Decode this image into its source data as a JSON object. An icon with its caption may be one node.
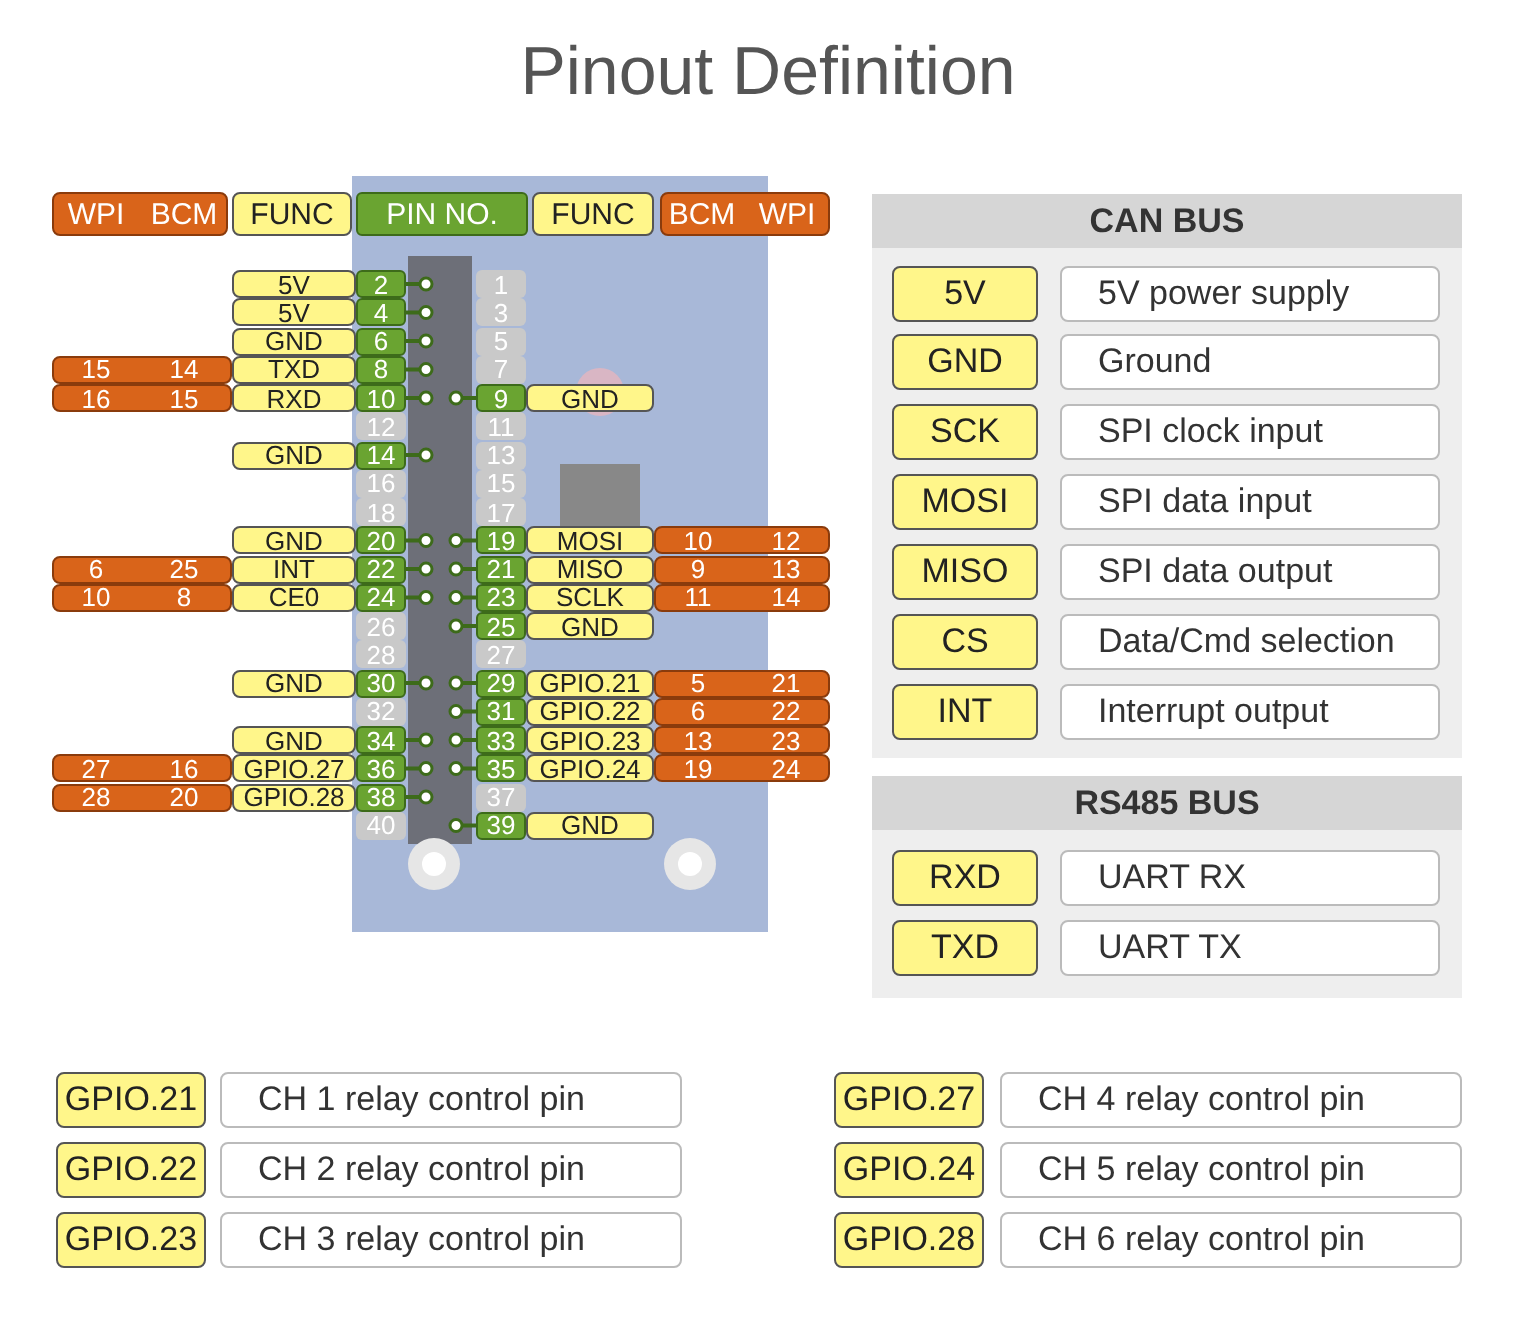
{
  "diagram": {
    "title": "Pinout Definition",
    "nodes": [
      {
        "text": [
          "CAN BUS"
        ]
      },
      {
        "text": [
          "5V"
        ],
        "in": 0
      },
      {
        "text": [
          "5V power supply"
        ],
        "in": 0
      },
      {
        "text": [
          "GND"
        ],
        "in": 0
      },
      {
        "text": [
          "Ground"
        ],
        "in": 0
      },
      {
        "text": [
          "SCK"
        ],
        "in": 0
      },
      {
        "text": [
          "SPI clock input"
        ],
        "in": 0
      },
      {
        "text": [
          "MOSI"
        ],
        "in": 0
      },
      {
        "text": [
          "SPI data input"
        ],
        "in": 0
      },
      {
        "text": [
          "MISO"
        ],
        "in": 0
      },
      {
        "text": [
          "SPI data output"
        ],
        "in": 0
      },
      {
        "text": [
          "CS"
        ],
        "in": 0
      },
      {
        "text": [
          "Data/Cmd selection"
        ],
        "in": 0
      },
      {
        "text": [
          "INT"
        ],
        "in": 0
      },
      {
        "text": [
          "Interrupt output"
        ],
        "in": 0
      },
      {
        "text": [
          "RS485 BUS"
        ]
      },
      {
        "text": [
          "RXD"
        ],
        "in": 15
      },
      {
        "text": [
          "UART RX"
        ],
        "in": 15
      },
      {
        "text": [
          "TXD"
        ],
        "in": 15
      },
      {
        "text": [
          "UART TX"
        ],
        "in": 15
      },
      {
        "text": [
          "GPIO.21"
        ]
      },
      {
        "text": [
          "CH 1 relay control pin"
        ]
      },
      {
        "text": [
          "GPIO.27"
        ]
      },
      {
        "text": [
          "CH 4 relay control pin"
        ]
      },
      {
        "text": [
          "GPIO.22"
        ]
      },
      {
        "text": [
          "CH 2 relay control pin"
        ]
      },
      {
        "text": [
          "GPIO.24"
        ]
      },
      {
        "text": [
          "CH 5 relay control pin"
        ]
      },
      {
        "text": [
          "GPIO.23"
        ]
      },
      {
        "text": [
          "CH 3 relay control pin"
        ]
      },
      {
        "text": [
          "GPIO.28"
        ]
      },
      {
        "text": [
          "CH 6 relay control pin"
        ]
      }
    ],
    "labels": [
      "WPI",
      "BCM",
      "FUNC",
      "PIN NO.",
      "FUNC",
      "BCM",
      "WPI",
      "5V",
      "2",
      "1",
      "5V",
      "4",
      "3",
      "GND",
      "6",
      "5",
      "15",
      "14",
      "TXD",
      "8",
      "7",
      "16",
      "15",
      "RXD",
      "10",
      "9",
      "GND",
      "12",
      "11",
      "GND",
      "14",
      "13",
      "16",
      "15",
      "18",
      "17",
      "GND",
      "20",
      "19",
      "MOSI",
      "10",
      "12",
      "6",
      "25",
      "INT",
      "22",
      "21",
      "MISO",
      "9",
      "13",
      "10",
      "8",
      "CE0",
      "24",
      "23",
      "SCLK",
      "11",
      "14",
      "26",
      "25",
      "GND",
      "28",
      "27",
      "GND",
      "30",
      "29",
      "GPIO.21",
      "5",
      "21",
      "32",
      "31",
      "GPIO.22",
      "6",
      "22",
      "GND",
      "34",
      "33",
      "GPIO.23",
      "13",
      "23",
      "27",
      "16",
      "GPIO.27",
      "36",
      "35",
      "GPIO.24",
      "19",
      "24",
      "28",
      "20",
      "GPIO.28",
      "38",
      "37",
      "40",
      "39",
      "GND"
    ]
  }
}
